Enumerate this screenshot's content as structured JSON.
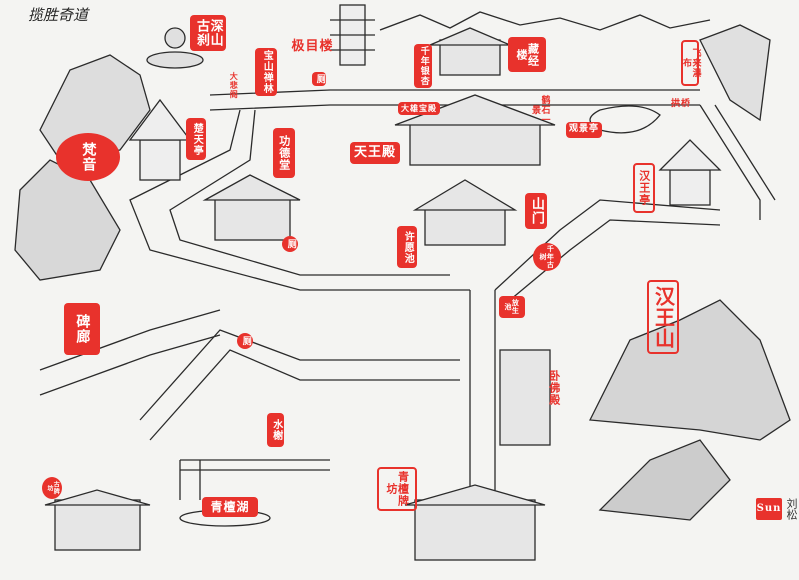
{
  "map": {
    "title": "揽胜奇道",
    "ink_color": "#2b2b2b",
    "seal_color": "#e8322c",
    "labels": {
      "shenshan_gucha": "深山古刹",
      "baoshan_chanlin": "宝山禅林",
      "jimu_lou": "极目楼",
      "dabei_ge": "大悲阁",
      "toilet_1": "厕",
      "toilet_2": "厕",
      "toilet_3": "厕",
      "fanyin": "梵音",
      "chutian_ting": "楚天亭",
      "gongde_tang": "功德堂",
      "tianwang_dian": "天王殿",
      "qiannian_yinxing": "千年银杏",
      "cangjing_lou": "藏经楼",
      "daxiong_baodian": "大雄宝殿",
      "heshi_yijing": "鹤石一景",
      "guanjing_ting": "观景亭",
      "feilai_pubu": "飞来瀑布",
      "gongqiao": "拱桥",
      "hanwang_ting": "汉王亭",
      "shanmen": "山门",
      "xuyuan_chi": "许愿池",
      "qiannian_gushu": "千年古树",
      "fangsheng_chi": "放生池",
      "hanwang_shan": "汉王山",
      "wofo_dian": "卧佛殿",
      "bei_lang": "碑廊",
      "shui_xie": "水榭",
      "qingtan_hu": "青檀湖",
      "qingtan_paifang": "青檀牌坊",
      "gu_paifang": "古牌坊",
      "artist_seal": "Sun",
      "artist_signature": "刘松"
    }
  }
}
